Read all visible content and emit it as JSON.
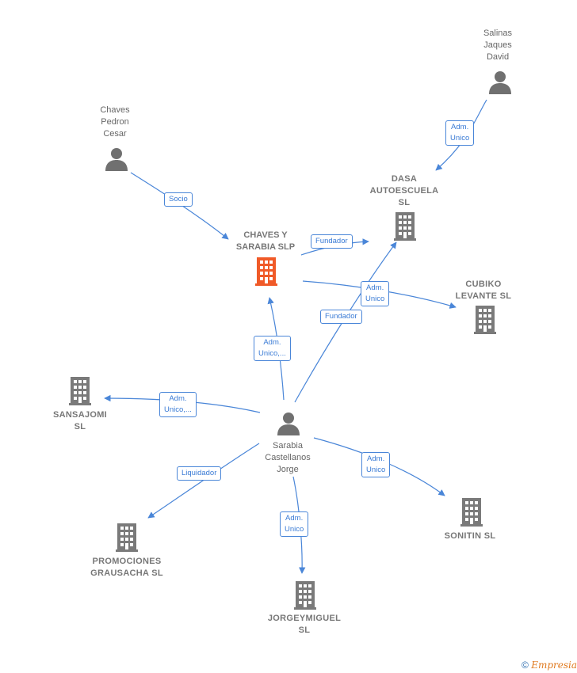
{
  "nodes": {
    "salinas": {
      "label_lines": [
        "Salinas",
        "Jaques",
        "David"
      ],
      "type": "person"
    },
    "chaves_pedron": {
      "label_lines": [
        "Chaves",
        "Pedron",
        "Cesar"
      ],
      "type": "person"
    },
    "dasa": {
      "label_lines": [
        "DASA",
        "AUTOESCUELA",
        "SL"
      ],
      "type": "company"
    },
    "chaves_sarabia": {
      "label_lines": [
        "CHAVES Y",
        "SARABIA  SLP"
      ],
      "type": "company-main"
    },
    "cubiko": {
      "label_lines": [
        "CUBIKO",
        "LEVANTE  SL"
      ],
      "type": "company"
    },
    "sansajomi": {
      "label_lines": [
        "SANSAJOMI",
        "SL"
      ],
      "type": "company"
    },
    "sarabia": {
      "label_lines": [
        "Sarabia",
        "Castellanos",
        "Jorge"
      ],
      "type": "person"
    },
    "promociones": {
      "label_lines": [
        "PROMOCIONES",
        "GRAUSACHA SL"
      ],
      "type": "company"
    },
    "sonitin": {
      "label_lines": [
        "SONITIN SL"
      ],
      "type": "company"
    },
    "jorgeymiguel": {
      "label_lines": [
        "JORGEYMIGUEL",
        "SL"
      ],
      "type": "company"
    }
  },
  "edges": {
    "salinas_dasa": [
      "Adm.",
      "Unico"
    ],
    "chaves_socio": [
      "Socio"
    ],
    "fundador_main_dasa": [
      "Fundador"
    ],
    "main_cubiko": [
      "Adm.",
      "Unico"
    ],
    "sarabia_main": [
      "Adm.",
      "Unico,..."
    ],
    "sarabia_dasa": [
      "Fundador"
    ],
    "sarabia_sansajomi": [
      "Adm.",
      "Unico,..."
    ],
    "sarabia_promociones": [
      "Liquidador"
    ],
    "sarabia_sonitin": [
      "Adm.",
      "Unico"
    ],
    "sarabia_jorgeymiguel": [
      "Adm.",
      "Unico"
    ]
  },
  "colors": {
    "edge": "#4a86d8",
    "company_icon": "#7a7a7a",
    "main_company_icon": "#f05a28",
    "person_icon": "#707070",
    "brand": "#e07a1f"
  },
  "footer": {
    "copyright": "©",
    "brand": "Empresia"
  }
}
